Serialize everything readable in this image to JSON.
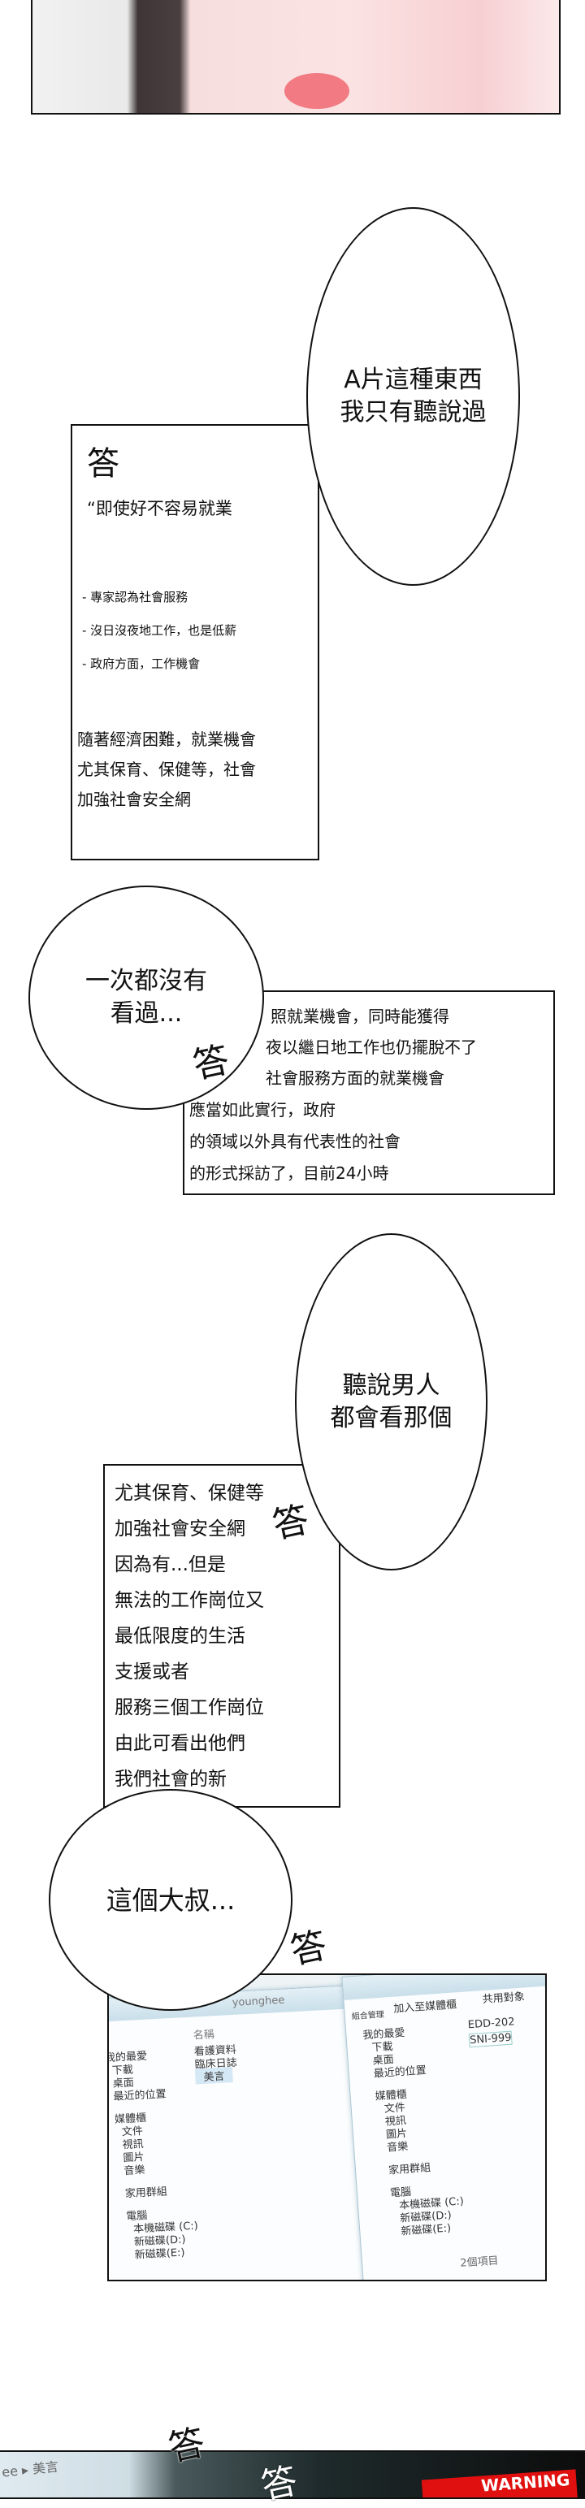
{
  "bubbles": {
    "b1": "A片這種東西\n我只有聽說過",
    "b2": "一次都沒有\n看過...",
    "b3": "聽說男人\n都會看那個",
    "b4": "這個大叔..."
  },
  "sfx": "答",
  "box1": {
    "quote": "“即使好不容易就業",
    "bullets": [
      "- 專家認為社會服務",
      "- 沒日沒夜地工作，也是低薪",
      "- 政府方面，工作機會"
    ],
    "lines": [
      "隨著經濟困難，就業機會",
      "尤其保育、保健等，社會",
      "加強社會安全網"
    ]
  },
  "box2": {
    "lines": [
      "照就業機會，同時能獲得",
      "夜以繼日地工作也仍擺脫不了",
      "社會服務方面的就業機會",
      "應當如此實行，政府",
      "的領域以外具有代表性的社會",
      "的形式採訪了，目前24小時"
    ]
  },
  "box3": {
    "lines": [
      "尤其保育、保健等",
      "加強社會安全網",
      "因為有...但是",
      "無法的工作崗位又",
      "最低限度的生活",
      "支援或者",
      "服務三個工作崗位",
      "由此可看出他們",
      "我們社會的新"
    ]
  },
  "explorer_back": {
    "path": "younghee",
    "column_header": "名稱",
    "nav": [
      "我的最愛",
      "下載",
      "桌面",
      "最近的位置",
      "媒體櫃",
      "文件",
      "視訊",
      "圖片",
      "音樂",
      "家用群組",
      "電腦",
      "本機磁碟 (C:)",
      "新磁碟(D:)",
      "新磁碟(E:)"
    ],
    "folders": [
      "看護資料",
      "臨床日誌",
      "美言"
    ]
  },
  "explorer_front": {
    "toolbar": [
      "組合管理",
      "加入至媒體櫃",
      "共用對象"
    ],
    "nav": [
      "我的最愛",
      "下載",
      "桌面",
      "最近的位置",
      "媒體櫃",
      "文件",
      "視訊",
      "圖片",
      "音樂",
      "家用群組",
      "電腦",
      "本機磁碟 (C:)",
      "新磁碟(D:)",
      "新磁碟(E:)"
    ],
    "files": [
      "EDD-202",
      "SNI-999"
    ],
    "status": "2個項目"
  },
  "bottom_panel": {
    "breadcrumb": "ee ▸ 美言",
    "warning": "WARNING",
    "warning_color": "#e01010"
  }
}
